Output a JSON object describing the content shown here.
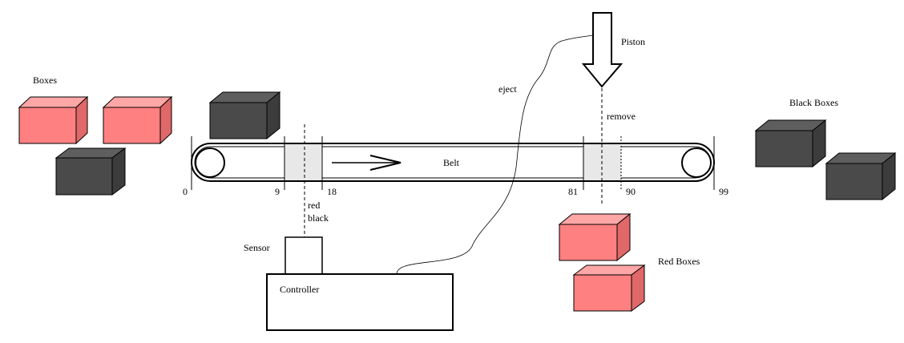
{
  "colors": {
    "red_box_front": "#ff8080",
    "red_box_top": "#ffa6a6",
    "red_box_side": "#e06868",
    "black_box_front": "#4a4a4a",
    "black_box_top": "#5e5e5e",
    "black_box_side": "#3c3c3c",
    "zone_fill": "#e8e8e8",
    "stroke": "#000000"
  },
  "labels": {
    "boxes": "Boxes",
    "belt": "Belt",
    "piston": "Piston",
    "eject": "eject",
    "remove": "remove",
    "black_boxes": "Black Boxes",
    "red_boxes": "Red Boxes",
    "sensor": "Sensor",
    "controller": "Controller",
    "signal_red": "red",
    "signal_black": "black"
  },
  "belt_scale": {
    "ticks": [
      "0",
      "9",
      "18",
      "81",
      "90",
      "99"
    ]
  },
  "icons": {
    "piston": "down-arrow",
    "direction": "right-arrow"
  }
}
